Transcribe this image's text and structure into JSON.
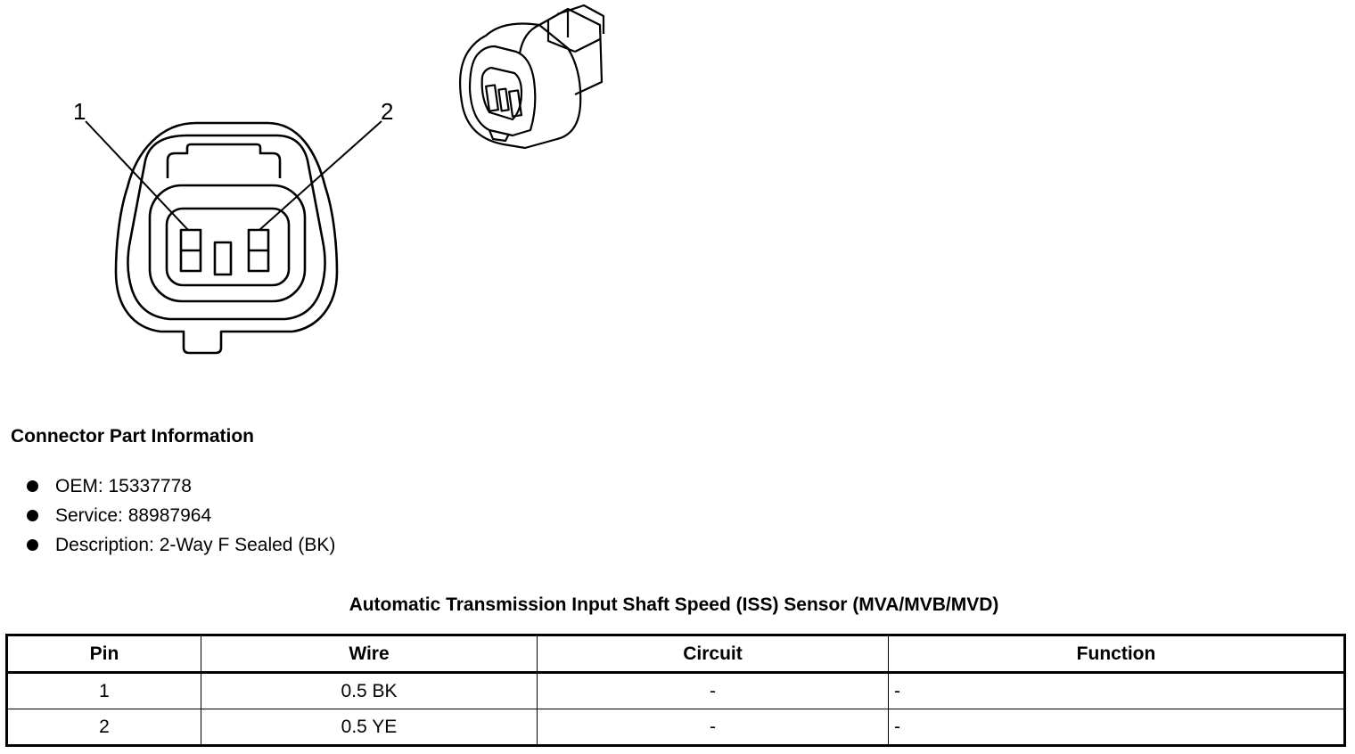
{
  "diagram": {
    "pin_label_1": "1",
    "pin_label_2": "2"
  },
  "connector_info": {
    "heading": "Connector Part Information",
    "items": [
      "OEM: 15337778",
      "Service: 88987964",
      "Description: 2-Way F Sealed (BK)"
    ]
  },
  "pin_table": {
    "title": "Automatic Transmission Input Shaft Speed (ISS) Sensor (MVA/MVB/MVD)",
    "columns": [
      "Pin",
      "Wire",
      "Circuit",
      "Function"
    ],
    "rows": [
      [
        "1",
        "0.5 BK",
        "-",
        "-"
      ],
      [
        "2",
        "0.5 YE",
        "-",
        "-"
      ]
    ]
  }
}
